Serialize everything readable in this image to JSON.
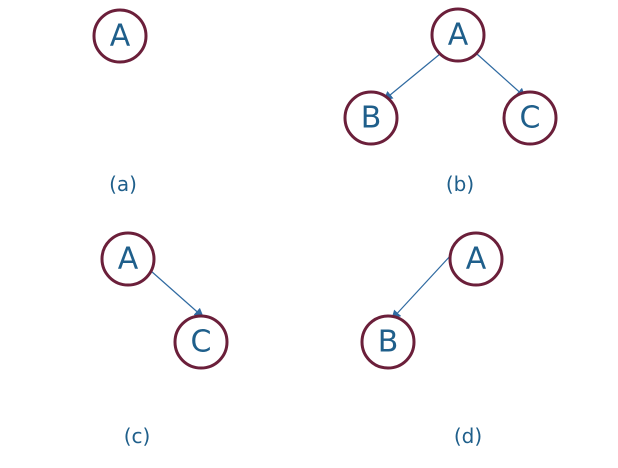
{
  "diagram": {
    "colors": {
      "node_stroke": "#6b1f3a",
      "node_text": "#1f5f8b",
      "edge": "#2f6aa1",
      "caption": "#1f5f8b"
    },
    "panels": [
      {
        "id": "a",
        "caption": "(a)",
        "nodes": [
          {
            "id": "a-A",
            "label": "A"
          }
        ],
        "edges": []
      },
      {
        "id": "b",
        "caption": "(b)",
        "nodes": [
          {
            "id": "b-A",
            "label": "A"
          },
          {
            "id": "b-B",
            "label": "B"
          },
          {
            "id": "b-C",
            "label": "C"
          }
        ],
        "edges": [
          {
            "from": "b-A",
            "to": "b-B"
          },
          {
            "from": "b-A",
            "to": "b-C"
          }
        ]
      },
      {
        "id": "c",
        "caption": "(c)",
        "nodes": [
          {
            "id": "c-A",
            "label": "A"
          },
          {
            "id": "c-C",
            "label": "C"
          }
        ],
        "edges": [
          {
            "from": "c-A",
            "to": "c-C"
          }
        ]
      },
      {
        "id": "d",
        "caption": "(d)",
        "nodes": [
          {
            "id": "d-A",
            "label": "A"
          },
          {
            "id": "d-B",
            "label": "B"
          }
        ],
        "edges": [
          {
            "from": "d-A",
            "to": "d-B"
          }
        ]
      }
    ]
  }
}
